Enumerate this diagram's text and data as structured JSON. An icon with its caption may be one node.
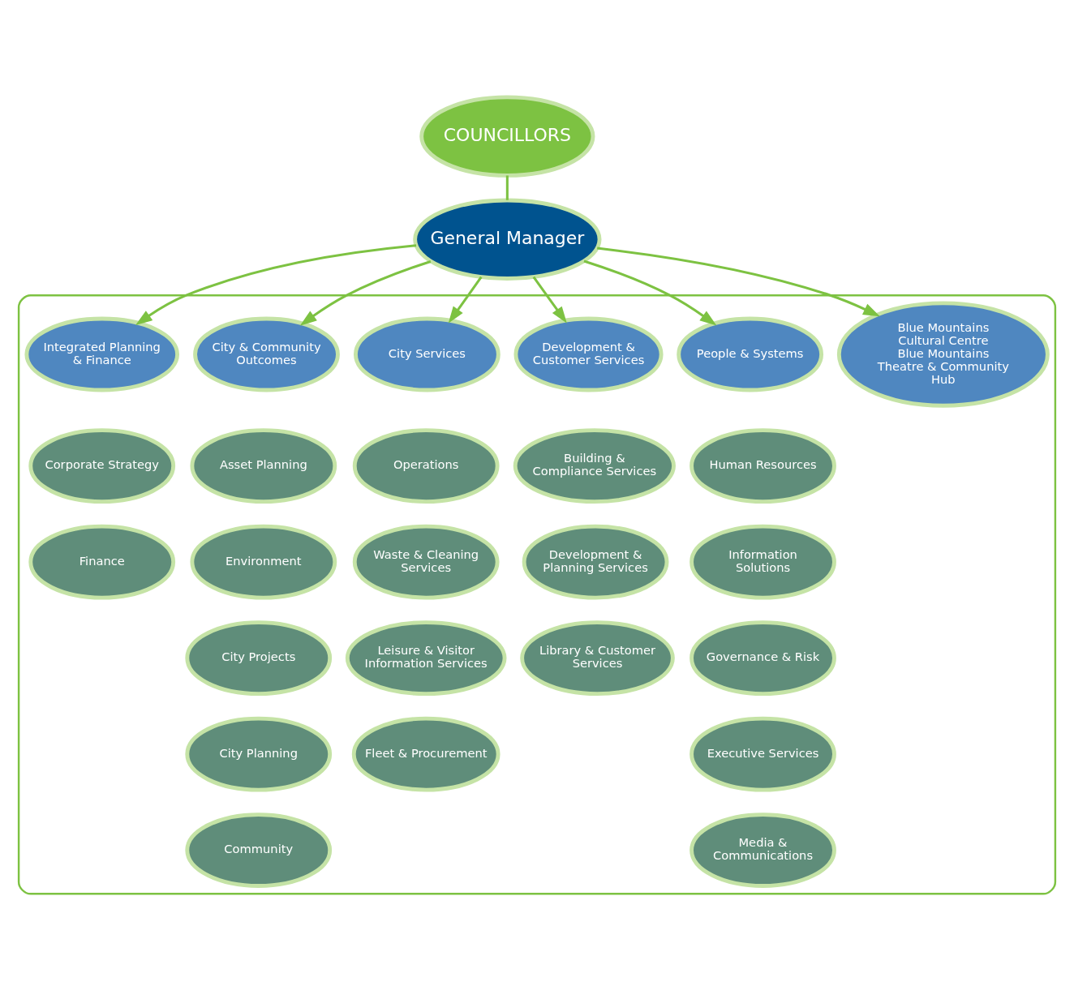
{
  "diagram": {
    "nodes": [
      {
        "text": [
          "COUNCILLORS"
        ]
      },
      {
        "text": [
          "General Manager"
        ]
      },
      {
        "text": [],
        "shape": "box"
      },
      {
        "text": [
          "Integrated Planning & Finance"
        ],
        "in": 2
      },
      {
        "text": [
          "Corporate Strategy"
        ],
        "in": 2
      },
      {
        "text": [
          "Finance"
        ],
        "in": 2
      },
      {
        "text": [
          "City & Community Outcomes"
        ],
        "in": 2
      },
      {
        "text": [
          "Asset Planning"
        ],
        "in": 2
      },
      {
        "text": [
          "Environment"
        ],
        "in": 2
      },
      {
        "text": [
          "City Projects"
        ],
        "in": 2
      },
      {
        "text": [
          "City Planning"
        ],
        "in": 2
      },
      {
        "text": [
          "Community"
        ],
        "in": 2
      },
      {
        "text": [
          "City Services"
        ],
        "in": 2
      },
      {
        "text": [
          "Operations"
        ],
        "in": 2
      },
      {
        "text": [
          "Waste & Cleaning Services"
        ],
        "in": 2
      },
      {
        "text": [
          "Leisure & Visitor Information Services"
        ],
        "in": 2
      },
      {
        "text": [
          "Fleet & Procurement"
        ],
        "in": 2
      },
      {
        "text": [
          "Development & Customer Services"
        ],
        "in": 2
      },
      {
        "text": [
          "Building & Compliance Services"
        ],
        "in": 2
      },
      {
        "text": [
          "Development & Planning Services"
        ],
        "in": 2
      },
      {
        "text": [
          "Library & Customer Services"
        ],
        "in": 2
      },
      {
        "text": [
          "People & Systems"
        ],
        "in": 2
      },
      {
        "text": [
          "Human Resources"
        ],
        "in": 2
      },
      {
        "text": [
          "Information Solutions"
        ],
        "in": 2
      },
      {
        "text": [
          "Governance & Risk"
        ],
        "in": 2
      },
      {
        "text": [
          "Executive Services"
        ],
        "in": 2
      },
      {
        "text": [
          "Media & Communications"
        ],
        "in": 2
      },
      {
        "text": [
          "Blue Mountains Cultural Centre",
          "Blue Mountains Theatre & Community Hub"
        ],
        "in": 2
      }
    ],
    "edges": [
      {
        "from": 0,
        "to": 1,
        "arrow": "none"
      },
      {
        "from": 1,
        "to": 3,
        "arrow": "to"
      },
      {
        "from": 1,
        "to": 6,
        "arrow": "to"
      },
      {
        "from": 1,
        "to": 12,
        "arrow": "to"
      },
      {
        "from": 1,
        "to": 17,
        "arrow": "to"
      },
      {
        "from": 1,
        "to": 21,
        "arrow": "to"
      },
      {
        "from": 1,
        "to": 27,
        "arrow": "to"
      }
    ]
  }
}
